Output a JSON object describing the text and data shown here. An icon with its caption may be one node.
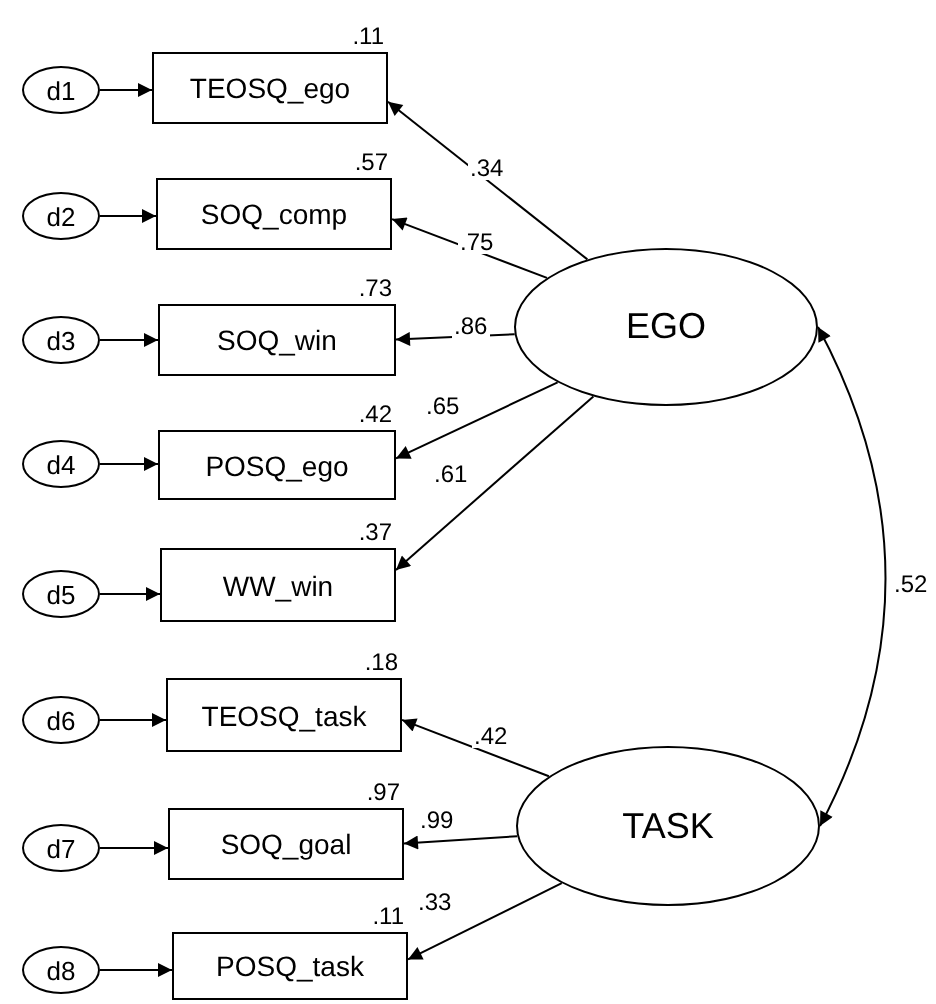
{
  "diagram": {
    "nodes": [
      {
        "text": [
          "d1"
        ]
      },
      {
        "text": [
          "d2"
        ]
      },
      {
        "text": [
          "d3"
        ]
      },
      {
        "text": [
          "d4"
        ]
      },
      {
        "text": [
          "d5"
        ]
      },
      {
        "text": [
          "d6"
        ]
      },
      {
        "text": [
          "d7"
        ]
      },
      {
        "text": [
          "d8"
        ]
      },
      {
        "text": [
          "TEOSQ_ego"
        ],
        "beside": [
          ".11"
        ]
      },
      {
        "text": [
          "SOQ_comp"
        ],
        "beside": [
          ".57"
        ]
      },
      {
        "text": [
          "SOQ_win"
        ],
        "beside": [
          ".73"
        ]
      },
      {
        "text": [
          "POSQ_ego"
        ],
        "beside": [
          ".42"
        ]
      },
      {
        "text": [
          "WW_win"
        ],
        "beside": [
          ".37"
        ]
      },
      {
        "text": [
          "TEOSQ_task"
        ],
        "beside": [
          ".18"
        ]
      },
      {
        "text": [
          "SOQ_goal"
        ],
        "beside": [
          ".97"
        ]
      },
      {
        "text": [
          "POSQ_task"
        ],
        "beside": [
          ".11"
        ]
      },
      {
        "text": [
          "EGO"
        ]
      },
      {
        "text": [
          "TASK"
        ]
      }
    ],
    "edges": [
      {
        "from": 0,
        "to": 8,
        "arrow": "to"
      },
      {
        "from": 1,
        "to": 9,
        "arrow": "to"
      },
      {
        "from": 2,
        "to": 10,
        "arrow": "to"
      },
      {
        "from": 3,
        "to": 11,
        "arrow": "to"
      },
      {
        "from": 4,
        "to": 12,
        "arrow": "to"
      },
      {
        "from": 5,
        "to": 13,
        "arrow": "to"
      },
      {
        "from": 6,
        "to": 14,
        "arrow": "to"
      },
      {
        "from": 7,
        "to": 15,
        "arrow": "to"
      },
      {
        "from": 16,
        "to": 8,
        "arrow": "to",
        "label": ".34"
      },
      {
        "from": 16,
        "to": 9,
        "arrow": "to",
        "label": ".75"
      },
      {
        "from": 16,
        "to": 10,
        "arrow": "to",
        "label": ".86"
      },
      {
        "from": 16,
        "to": 11,
        "arrow": "to",
        "label": ".65"
      },
      {
        "from": 16,
        "to": 12,
        "arrow": "to",
        "label": ".61"
      },
      {
        "from": 17,
        "to": 13,
        "arrow": "to",
        "label": ".42"
      },
      {
        "from": 17,
        "to": 14,
        "arrow": "to",
        "label": ".99"
      },
      {
        "from": 17,
        "to": 15,
        "arrow": "to",
        "label": ".33"
      },
      {
        "from": 16,
        "to": 17,
        "arrow": "both",
        "label": ".52"
      }
    ]
  }
}
